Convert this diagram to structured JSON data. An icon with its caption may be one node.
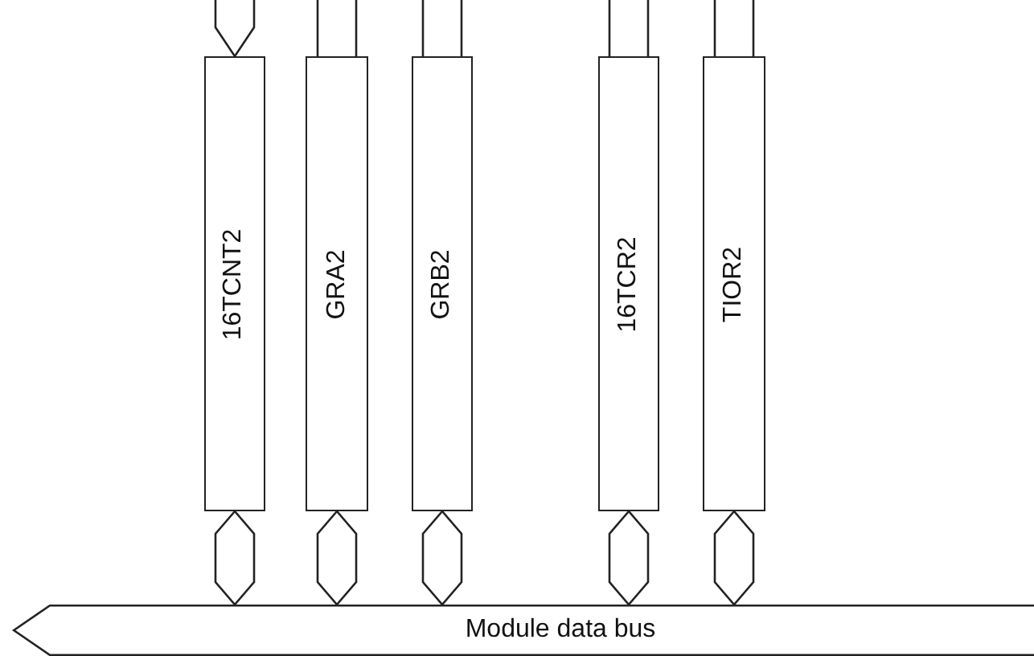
{
  "diagram": {
    "nodes": [
      {
        "text": [
          "16TCNT2"
        ]
      },
      {
        "text": [
          "GRA2"
        ]
      },
      {
        "text": [
          "GRB2"
        ]
      },
      {
        "text": [
          "16TCR2"
        ]
      },
      {
        "text": [
          "TIOR2"
        ]
      },
      {
        "text": [
          "Module data bus"
        ]
      }
    ],
    "edges": [
      {
        "from": null,
        "to": 0,
        "arrow": "to"
      },
      {
        "from": null,
        "to": 1,
        "arrow": "none"
      },
      {
        "from": null,
        "to": 2,
        "arrow": "none"
      },
      {
        "from": null,
        "to": 3,
        "arrow": "none"
      },
      {
        "from": null,
        "to": 4,
        "arrow": "none"
      },
      {
        "from": 0,
        "to": 5,
        "arrow": "both"
      },
      {
        "from": 1,
        "to": 5,
        "arrow": "both"
      },
      {
        "from": 2,
        "to": 5,
        "arrow": "both"
      },
      {
        "from": 3,
        "to": 5,
        "arrow": "both"
      },
      {
        "from": 4,
        "to": 5,
        "arrow": "both"
      }
    ]
  }
}
